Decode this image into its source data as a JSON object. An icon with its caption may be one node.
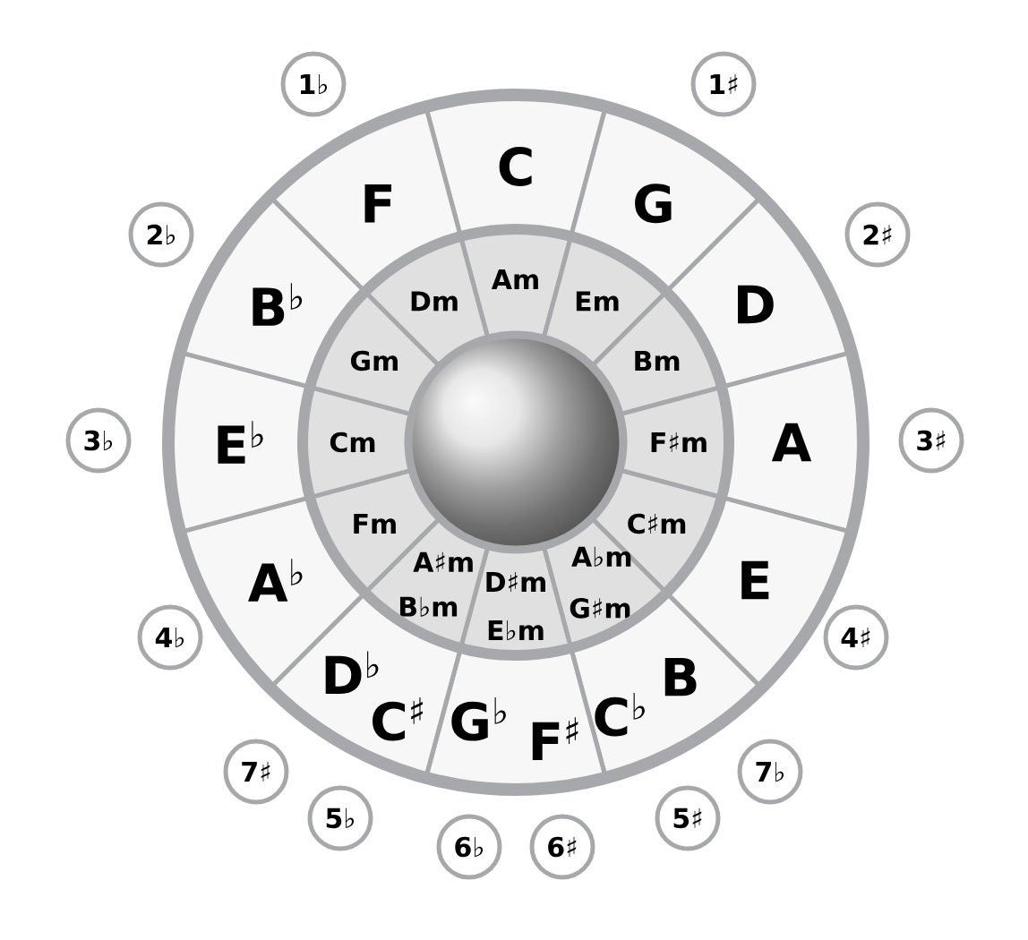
{
  "diagram": {
    "nodes": [
      {
        "text": [
          "C"
        ]
      },
      {
        "text": [
          "G"
        ]
      },
      {
        "text": [
          "D"
        ]
      },
      {
        "text": [
          "A"
        ]
      },
      {
        "text": [
          "E"
        ]
      },
      {
        "text": [
          "B",
          "C$^{♭}$"
        ]
      },
      {
        "text": [
          "G$^{♭}$",
          "F$^{♯}$"
        ]
      },
      {
        "text": [
          "D$^{♭}$",
          "C$^{♯}$"
        ]
      },
      {
        "text": [
          "A$^{♭}$"
        ]
      },
      {
        "text": [
          "E$^{♭}$"
        ]
      },
      {
        "text": [
          "B$^{♭}$"
        ]
      },
      {
        "text": [
          "F"
        ]
      },
      {
        "text": [
          "Am"
        ]
      },
      {
        "text": [
          "Em"
        ]
      },
      {
        "text": [
          "Bm"
        ]
      },
      {
        "text": [
          "F♯m"
        ]
      },
      {
        "text": [
          "C♯m"
        ]
      },
      {
        "text": [
          "A♭m",
          "G♯m"
        ]
      },
      {
        "text": [
          "D♯m",
          "E♭m"
        ]
      },
      {
        "text": [
          "A♯m",
          "B♭m"
        ]
      },
      {
        "text": [
          "Fm"
        ]
      },
      {
        "text": [
          "Cm"
        ]
      },
      {
        "text": [
          "Gm"
        ]
      },
      {
        "text": [
          "Dm"
        ]
      },
      {
        "text": [
          "1♭"
        ]
      },
      {
        "text": [
          "1♯"
        ]
      },
      {
        "text": [
          "2♭"
        ]
      },
      {
        "text": [
          "2♯"
        ]
      },
      {
        "text": [
          "3♭"
        ]
      },
      {
        "text": [
          "3♯"
        ]
      },
      {
        "text": [
          "4♭"
        ]
      },
      {
        "text": [
          "4♯"
        ]
      },
      {
        "text": [
          "7♯"
        ]
      },
      {
        "text": [
          "7♭"
        ]
      },
      {
        "text": [
          "5♭"
        ]
      },
      {
        "text": [
          "5♯"
        ]
      },
      {
        "text": [
          "6♭"
        ]
      },
      {
        "text": [
          "6♯"
        ]
      }
    ]
  }
}
